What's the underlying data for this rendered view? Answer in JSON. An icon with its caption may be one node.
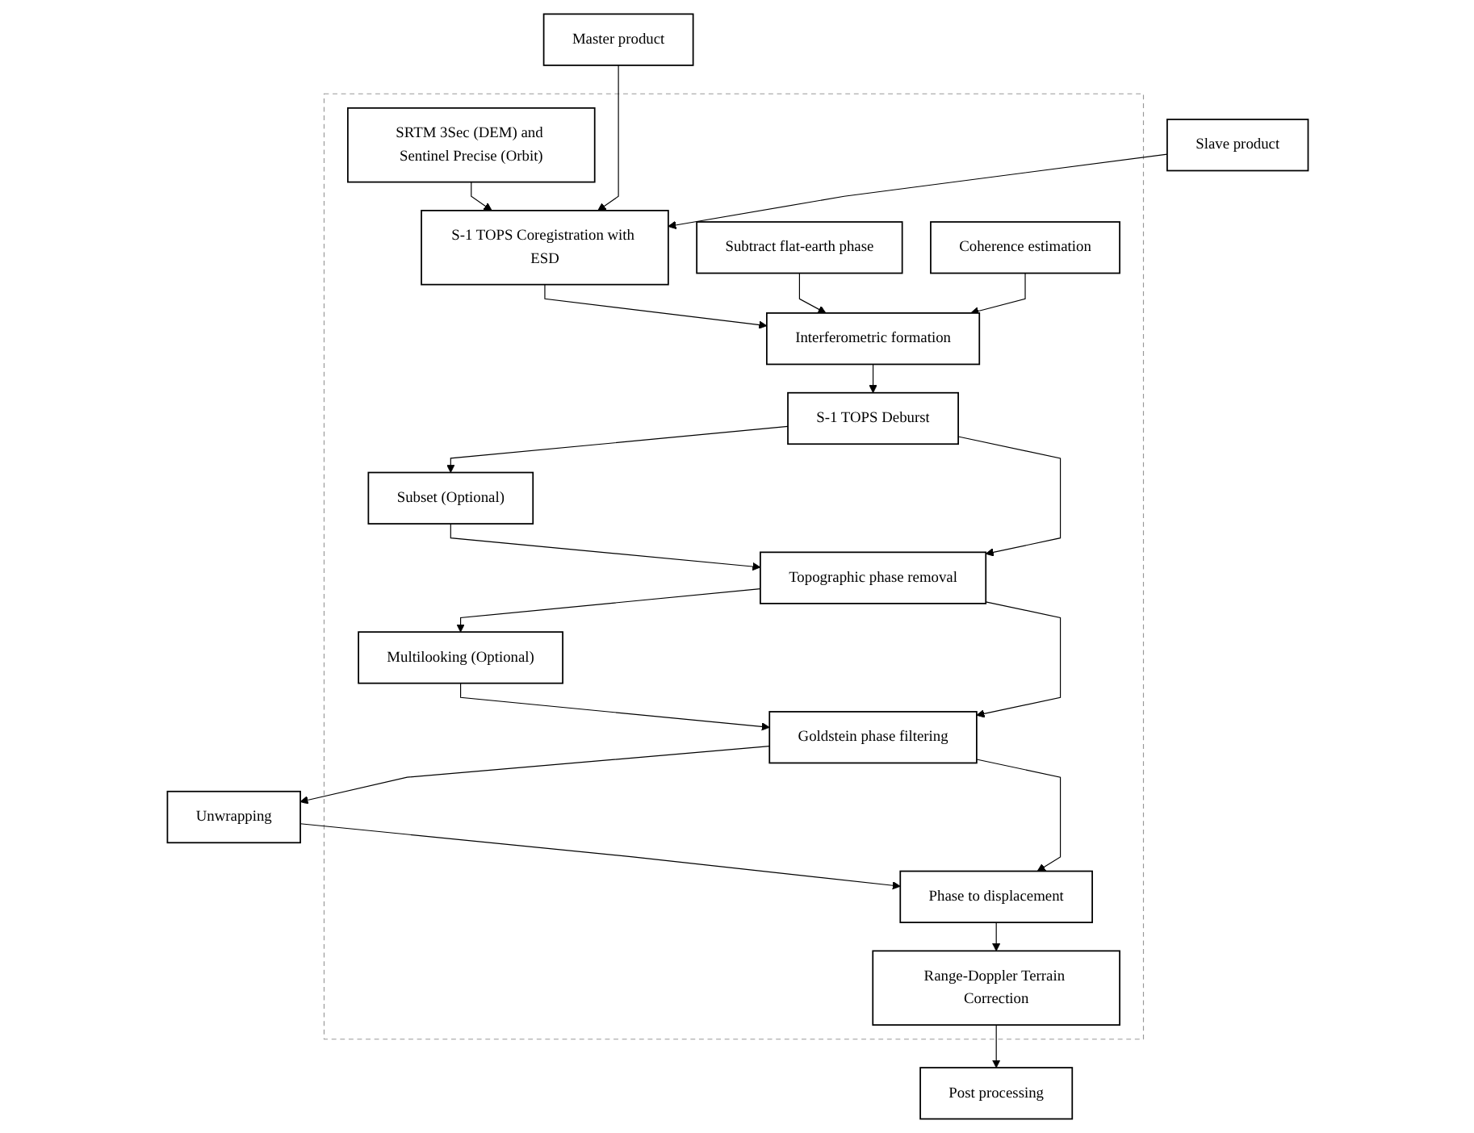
{
  "diagram": {
    "nodes": [
      {
        "text": [],
        "shape": "box"
      },
      {
        "text": [
          "Master product"
        ]
      },
      {
        "text": [
          "Slave product"
        ]
      },
      {
        "text": [
          "S-1 TOPS Coregistration with ESD"
        ],
        "in": 0
      },
      {
        "text": [
          "SRTM 3Sec (DEM) and Sentinel Precise (Orbit)"
        ],
        "in": 0
      },
      {
        "text": [
          "Interferometric formation"
        ],
        "in": 0
      },
      {
        "text": [
          "Subtract flat-earth phase"
        ],
        "in": 0
      },
      {
        "text": [
          "Coherence estimation"
        ],
        "in": 0
      },
      {
        "text": [
          "S-1 TOPS Deburst"
        ],
        "in": 0
      },
      {
        "text": [
          "Subset (Optional)"
        ],
        "in": 0
      },
      {
        "text": [
          "Topographic phase removal"
        ],
        "in": 0
      },
      {
        "text": [
          "Multilooking (Optional)"
        ],
        "in": 0
      },
      {
        "text": [
          "Goldstein phase filtering"
        ],
        "in": 0
      },
      {
        "text": [
          "Unwrapping"
        ]
      },
      {
        "text": [
          "Phase to displacement"
        ],
        "in": 0
      },
      {
        "text": [
          "Range-Doppler Terrain Correction"
        ],
        "in": 0
      },
      {
        "text": [
          "Post processing"
        ]
      }
    ],
    "edges": [
      {
        "from": 1,
        "to": 3,
        "arrow": "to"
      },
      {
        "from": 2,
        "to": 3,
        "arrow": "to"
      },
      {
        "from": 4,
        "to": 3,
        "arrow": "to"
      },
      {
        "from": 3,
        "to": 5,
        "arrow": "to"
      },
      {
        "from": 6,
        "to": 5,
        "arrow": "to"
      },
      {
        "from": 7,
        "to": 5,
        "arrow": "to"
      },
      {
        "from": 5,
        "to": 8,
        "arrow": "to"
      },
      {
        "from": 8,
        "to": 9,
        "arrow": "to"
      },
      {
        "from": 9,
        "to": 10,
        "arrow": "to"
      },
      {
        "from": 8,
        "to": 10,
        "arrow": "to"
      },
      {
        "from": 10,
        "to": 11,
        "arrow": "to"
      },
      {
        "from": 10,
        "to": 12,
        "arrow": "to"
      },
      {
        "from": 11,
        "to": 12,
        "arrow": "to"
      },
      {
        "from": 12,
        "to": 13,
        "arrow": "to"
      },
      {
        "from": 13,
        "to": 14,
        "arrow": "to"
      },
      {
        "from": 12,
        "to": 14,
        "arrow": "to"
      },
      {
        "from": 14,
        "to": 15,
        "arrow": "to"
      },
      {
        "from": 15,
        "to": 16,
        "arrow": "to"
      }
    ]
  }
}
